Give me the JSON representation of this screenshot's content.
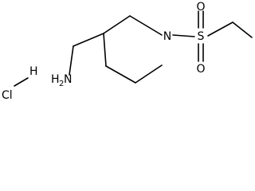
{
  "molecule": {
    "atoms": {
      "nitrogen_ring": "N",
      "sulfur": "S",
      "oxygen_top": "O",
      "oxygen_bottom": "O",
      "amine_h": "H",
      "amine_sub": "2",
      "amine_n": "N"
    },
    "salt": {
      "hydrogen": "H",
      "chlorine": "Cl"
    }
  }
}
